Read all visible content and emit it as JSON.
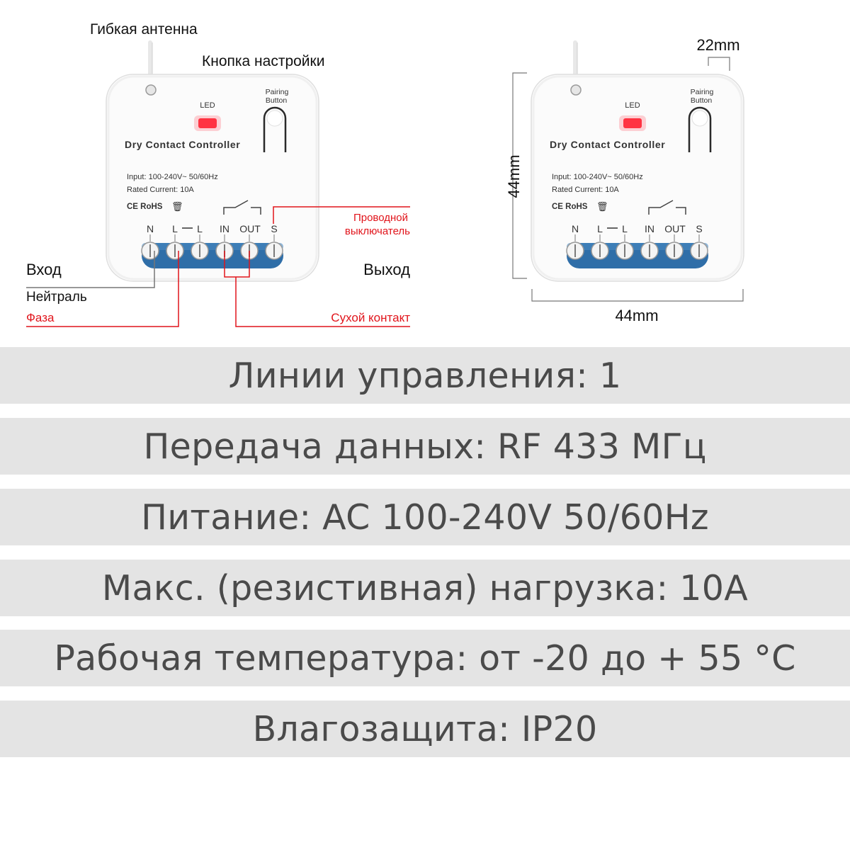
{
  "colors": {
    "accent_red": "#e1141b",
    "terminal_blue": "#2f6ea8",
    "bar_bg": "#e4e4e4",
    "text": "#4a4a4a"
  },
  "callouts": {
    "antenna": "Гибкая антенна",
    "setup_button": "Кнопка настройки",
    "input": "Вход",
    "output": "Выход",
    "neutral": "Нейтраль",
    "phase": "Фаза",
    "wired_switch_line1": "Проводной",
    "wired_switch_line2": "выключатель",
    "dry_contact": "Сухой контакт"
  },
  "device": {
    "led_label": "LED",
    "pairing_line1": "Pairing",
    "pairing_line2": "Button",
    "title": "Dry Contact Controller",
    "input_spec": "Input: 100-240V~  50/60Hz",
    "rated_current": "Rated Current: 10A",
    "certifications": "CE RoHS",
    "terminals": [
      "N",
      "L",
      "L",
      "IN",
      "OUT",
      "S"
    ]
  },
  "dimensions": {
    "depth": "22mm",
    "height": "44mm",
    "width": "44mm"
  },
  "specs": [
    "Линии управления: 1",
    "Передача данных: RF 433 МГц",
    "Питание: AC 100-240V 50/60Hz",
    "Макс. (резистивная) нагрузка: 10A",
    "Рабочая температура: от -20 до + 55 °C",
    "Влагозащита: IP20"
  ]
}
